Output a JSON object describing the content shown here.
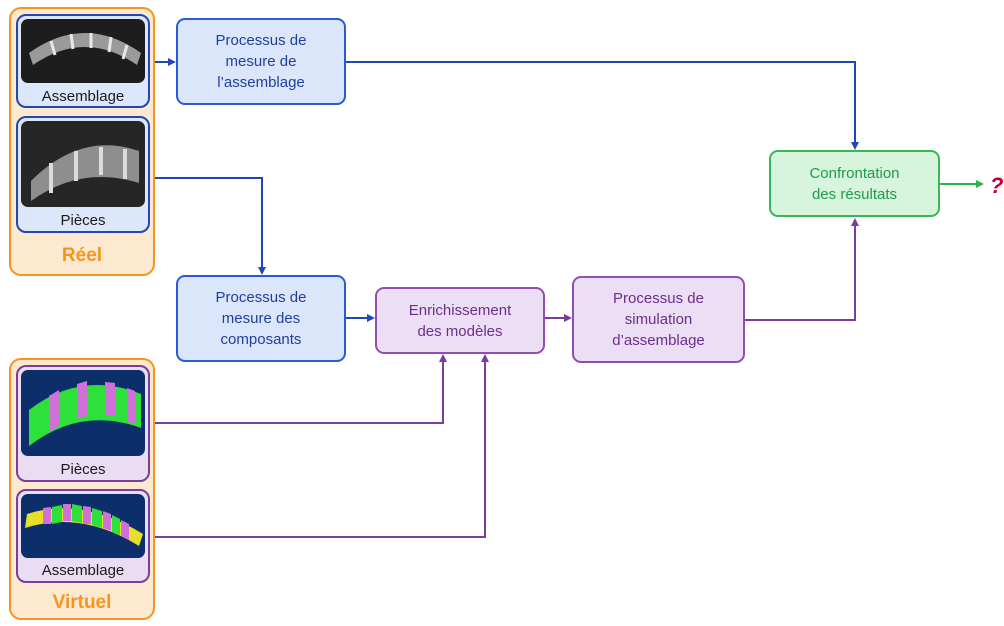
{
  "groups": {
    "real": {
      "label": "Réel",
      "items": [
        {
          "caption": "Assemblage",
          "picture": "metal-assembly-photo"
        },
        {
          "caption": "Pièces",
          "picture": "metal-part-photo"
        }
      ]
    },
    "virtual": {
      "label": "Virtuel",
      "items": [
        {
          "caption": "Pièces",
          "picture": "cad-part-render"
        },
        {
          "caption": "Assemblage",
          "picture": "cad-assembly-render"
        }
      ]
    }
  },
  "boxes": {
    "measure_assembly": "Processus de\nmesure de\nl’assemblage",
    "measure_components": "Processus de\nmesure des\ncomposants",
    "enrich_models": "Enrichissement\ndes modèles",
    "simulate_assembly": "Processus de\nsimulation\nd’assemblage",
    "compare_results": "Confrontation\ndes résultats"
  },
  "output_marker": "?",
  "colors": {
    "orange": "#f7941d",
    "blue_line": "#1f47b8",
    "purple_line": "#7a3d99",
    "green_line": "#2db34a",
    "question": "#c0002a"
  }
}
